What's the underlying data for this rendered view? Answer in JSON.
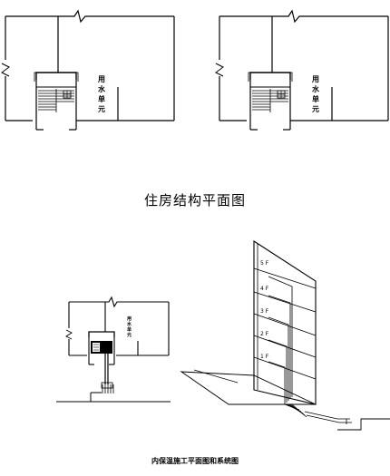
{
  "figure": {
    "caption_top": "住房结构平面图",
    "caption_bottom": "内保温施工平面图和系统图",
    "unit_label_chars": [
      "用",
      "水",
      "单",
      "元"
    ],
    "floor_labels": [
      "5 F",
      "4 F",
      "3 F",
      "2 F",
      "1 F"
    ],
    "line_color": "#000000"
  }
}
